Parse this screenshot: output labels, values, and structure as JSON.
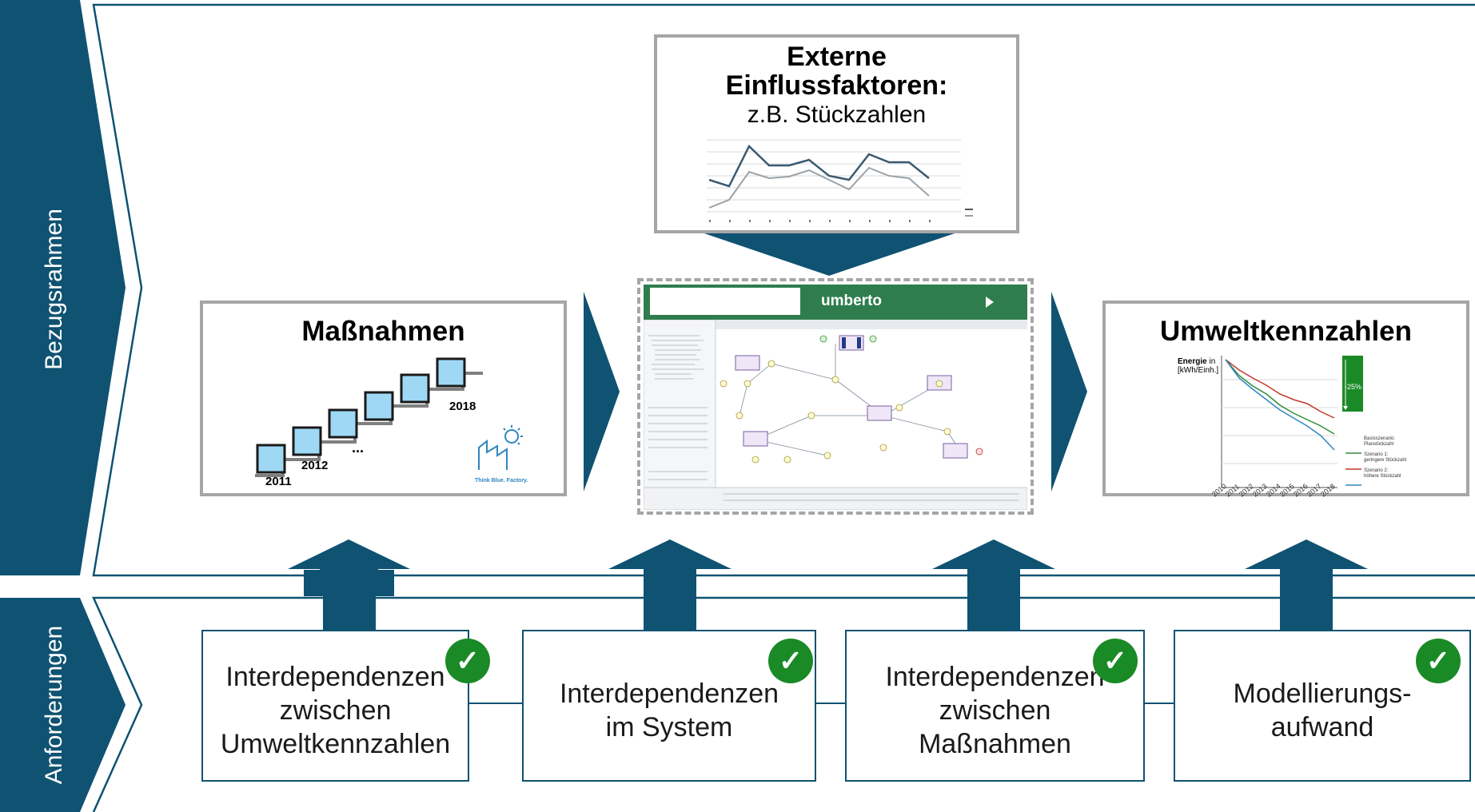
{
  "sidebar": {
    "top_label": "Bezugsrahmen",
    "bottom_label": "Anforderungen"
  },
  "external": {
    "title_line1": "Externe",
    "title_line2": "Einflussfaktoren:",
    "subtitle": "z.B. Stückzahlen"
  },
  "massnahmen": {
    "title": "Maßnahmen",
    "year_start": "2011",
    "year_mid": "2012",
    "ellipsis": "...",
    "year_end": "2018",
    "logo_text": "Think Blue. Factory."
  },
  "umberto": {
    "brand": "umberto",
    "play_icon": "play-icon"
  },
  "umwelt": {
    "title": "Umweltkennzahlen",
    "ylabel_line1": "Energie",
    "ylabel_in": "in",
    "ylabel_line2": "[kWh/Einh.]",
    "reduction_label": "-25%",
    "x_years": [
      "2010",
      "2011",
      "2012",
      "2013",
      "2014",
      "2015",
      "2016",
      "2017",
      "2018"
    ],
    "legend": [
      {
        "line1": "Basisszenario:",
        "line2": "Planstückzahl",
        "color": "#2e8b3a"
      },
      {
        "line1": "Szenario 1:",
        "line2": "geringere Stückzahl",
        "color": "#c0392b"
      },
      {
        "line1": "Szenario 2:",
        "line2": "höhere Stückzahl",
        "color": "#2e86c1"
      }
    ]
  },
  "requirements": [
    {
      "line1": "Interdependenzen",
      "line2": "zwischen",
      "line3": "Umweltkennzahlen"
    },
    {
      "line1": "Interdependenzen",
      "line2": "im System",
      "line3": ""
    },
    {
      "line1": "Interdependenzen",
      "line2": "zwischen",
      "line3": "Maßnahmen"
    },
    {
      "line1": "Modellierungs-",
      "line2": "aufwand",
      "line3": ""
    }
  ],
  "check_glyph": "✓",
  "colors": {
    "primary": "#0f5272",
    "box_border": "#a6a6a6",
    "check_green": "#1a8a26",
    "umberto_green": "#2f7d4e"
  }
}
